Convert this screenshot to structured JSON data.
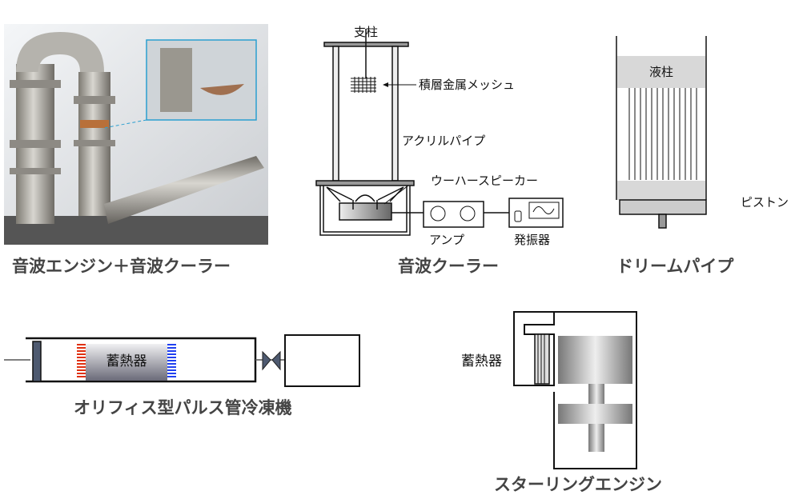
{
  "captions": {
    "photo": "音波エンジン＋音波クーラー",
    "cooler": "音波クーラー",
    "dream_pipe": "ドリームパイプ",
    "pulse_tube": "オリフィス型パルス管冷凍機",
    "stirling": "スターリングエンジン"
  },
  "cooler_labels": {
    "support": "支柱",
    "mesh": "積層金属メッシュ",
    "pipe": "アクリルパイプ",
    "speaker": "ウーハースピーカー",
    "amp": "アンプ",
    "oscillator": "発振器"
  },
  "dream_labels": {
    "liquid": "液柱",
    "piston": "ピストン"
  },
  "pulse_labels": {
    "regenerator": "蓄熱器"
  },
  "stirling_labels": {
    "regenerator": "蓄熱器"
  },
  "colors": {
    "hot": "#e03010",
    "cold": "#2040f0",
    "metal": "#8a8a8a"
  }
}
